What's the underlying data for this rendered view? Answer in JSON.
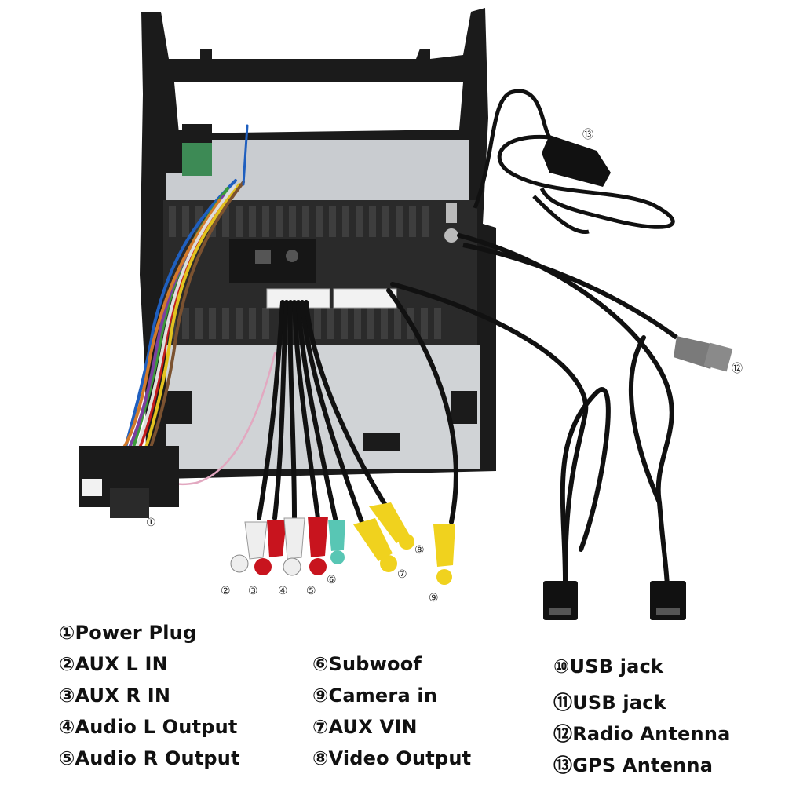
{
  "callouts": [
    "①",
    "②",
    "③",
    "④",
    "⑤",
    "⑥",
    "⑦",
    "⑧",
    "⑨",
    "⑩",
    "⑪",
    "⑫",
    "⑬"
  ],
  "legend": [
    "①Power Plug",
    "②AUX L IN",
    "③AUX R IN",
    "④Audio L Output",
    "⑤Audio R Output",
    "⑥Subwoof",
    "⑨Camera in",
    "⑦AUX VIN",
    "⑧Video Output",
    "⑩USB jack",
    "⑪USB jack",
    "⑫Radio Antenna",
    "⑬GPS Antenna"
  ],
  "colors": {
    "frame": "#1b1b1b",
    "chassis": "#c9ccd0",
    "cable": "#111111",
    "rca_white": "#eeeeee",
    "rca_red": "#c8141e",
    "rca_yellow": "#f0d21e",
    "rca_teal": "#58c6b4"
  }
}
